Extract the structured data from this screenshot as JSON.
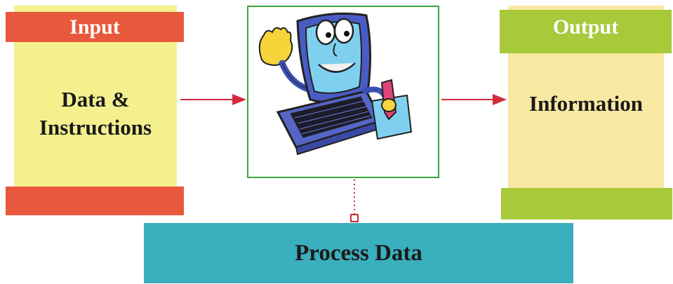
{
  "input": {
    "title": "Input",
    "line1": "Data &",
    "line2": "Instructions"
  },
  "output": {
    "title": "Output",
    "text": "Information"
  },
  "process": {
    "label": "Process Data",
    "illustration": "cartoon-laptop-character"
  },
  "colors": {
    "input_band": "#e8583c",
    "input_body": "#f5f08e",
    "output_band": "#a7c93a",
    "output_body": "#f9e8a2",
    "process_bar": "#3aafbd",
    "box_border": "#3aa63a",
    "arrow": "#d22b3a"
  }
}
